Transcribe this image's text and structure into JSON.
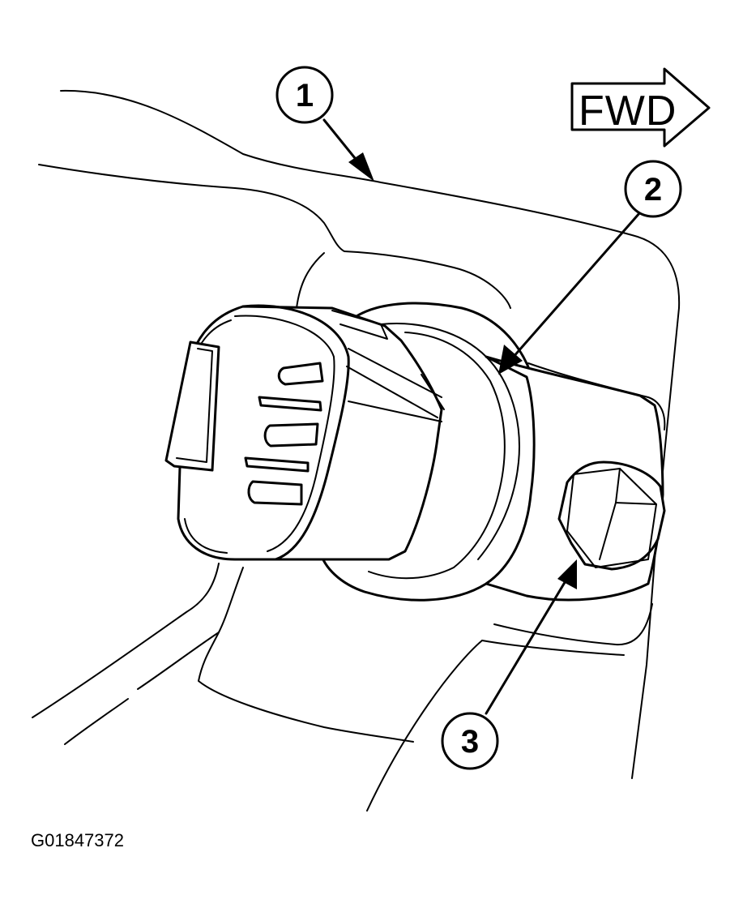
{
  "callouts": [
    {
      "label": "1",
      "target": "harness-cover"
    },
    {
      "label": "2",
      "target": "sensor"
    },
    {
      "label": "3",
      "target": "mounting-bolt"
    }
  ],
  "direction_arrow": {
    "label": "FWD"
  },
  "figure_id": "G01847372",
  "colors": {
    "ink": "#000000",
    "background": "#ffffff"
  }
}
